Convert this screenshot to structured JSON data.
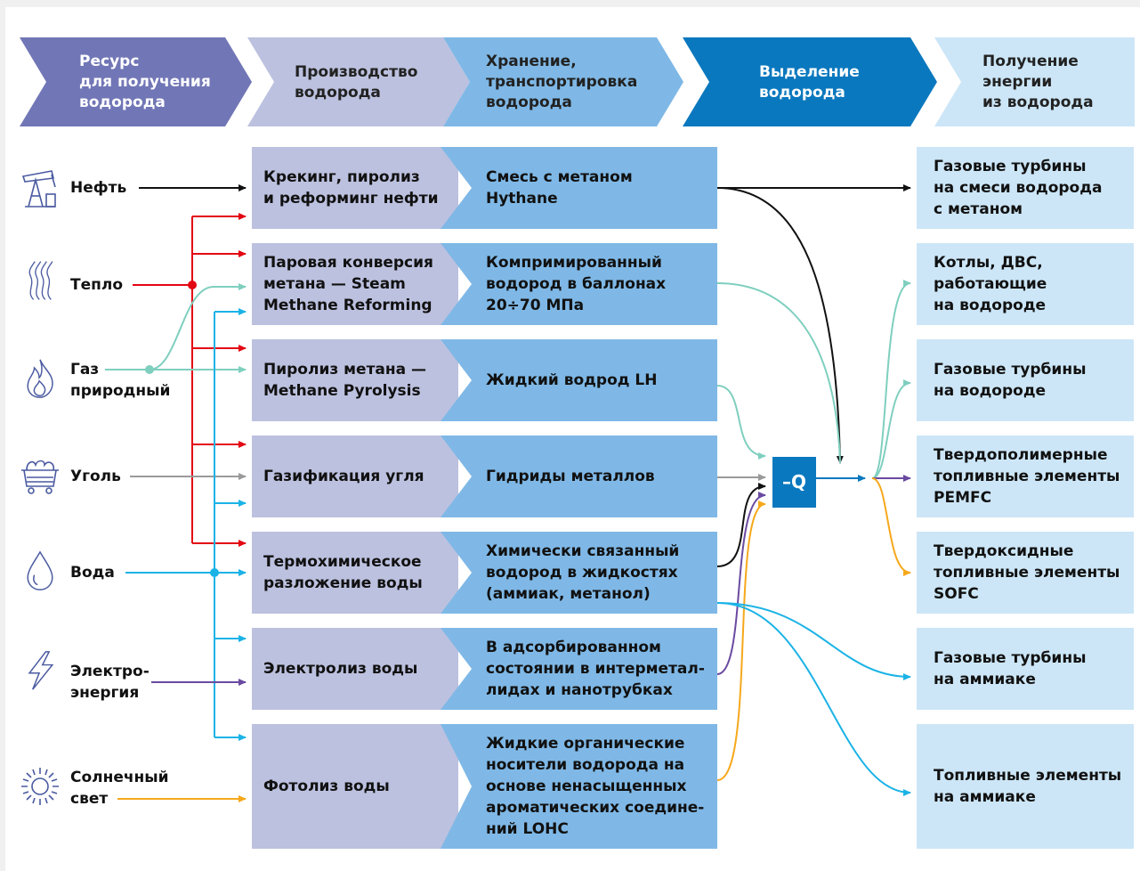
{
  "header": {
    "stages": [
      {
        "label": "Ресурс\nдля получения\nводорода"
      },
      {
        "label": "Производство\nводорода"
      },
      {
        "label": "Хранение,\nтранспортировка\nводорода"
      },
      {
        "label": "Выделение\nводорода"
      },
      {
        "label": "Получение\nэнергии\nиз водорода"
      }
    ]
  },
  "resources": [
    {
      "label": "Нефть",
      "icon": "oil-pump-icon"
    },
    {
      "label": "Тепло",
      "icon": "heat-waves-icon"
    },
    {
      "label": "Газ\nприродный",
      "icon": "flame-icon"
    },
    {
      "label": "Уголь",
      "icon": "coal-cart-icon"
    },
    {
      "label": "Вода",
      "icon": "water-drop-icon"
    },
    {
      "label": "Электро-\nэнергия",
      "icon": "lightning-icon"
    },
    {
      "label": "Солнечный\nсвет",
      "icon": "sun-icon"
    }
  ],
  "production": [
    "Крекинг, пиролиз\nи реформинг нефти",
    "Паровая конверсия\nметана — Steam\nMethane Reforming",
    "Пиролиз метана —\nMethane Pyrolysis",
    "Газификация угля",
    "Термохимическое\nразложение воды",
    "Электролиз воды",
    "Фотолиз воды"
  ],
  "storage": [
    "Смесь с метаном\nHythane",
    "Компримированный\nводород в баллонах\n20÷70 МПа",
    "Жидкий водрод LH",
    "Гидриды металлов",
    "Химически связанный\nводород в жидкостях\n(аммиак, метанол)",
    "В адсорбированном\nсостоянии в интерметал-\nлидах и нанотрубках",
    "Жидкие органические\nносители водорода на\nоснове ненасыщенных\nароматических соедине-\nний LOHC"
  ],
  "extraction": {
    "label": "–Q"
  },
  "outputs": [
    "Газовые турбины\nна смеси водорода\nс метаном",
    "Котлы, ДВС,\nработающие\nна водороде",
    "Газовые турбины\nна водороде",
    "Твердополимерные\nтопливные элементы\nPEMFC",
    "Твердоксидные\nтопливные элементы\nSOFC",
    "Газовые турбины\nна аммиаке",
    "Топливные элементы\nна аммиаке"
  ],
  "colors": {
    "stage1": "#7176b6",
    "stage2": "#bcc1df",
    "stage3": "#7fb8e6",
    "stage4": "#0a78be",
    "stage5": "#cce6f7",
    "oil": "#111111",
    "heat": "#e30613",
    "gas": "#7fcfbf",
    "coal": "#9a9a9a",
    "water": "#1bb3e6",
    "electric": "#6a4aa0",
    "solar": "#f6a81c"
  }
}
